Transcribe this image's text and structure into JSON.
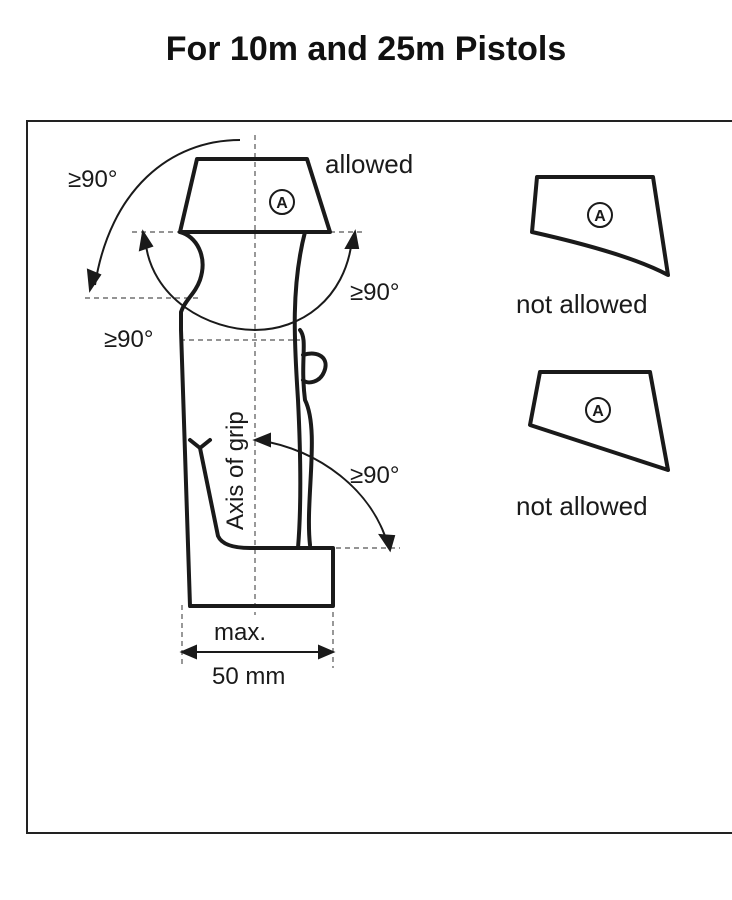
{
  "title": "For 10m and 25m Pistols",
  "labels": {
    "allowed": "allowed",
    "not_allowed_1": "not allowed",
    "not_allowed_2": "not allowed",
    "angle_top_left": "≥90°",
    "angle_right_upper": "≥90°",
    "angle_left_mid": "≥90°",
    "angle_right_lower": "≥90°",
    "axis_of_grip": "Axis of grip",
    "max": "max.",
    "width": "50 mm",
    "marker_main": "A",
    "marker_na1": "A",
    "marker_na2": "A"
  },
  "colors": {
    "line": "#1a1a1a",
    "dash": "#555555"
  }
}
